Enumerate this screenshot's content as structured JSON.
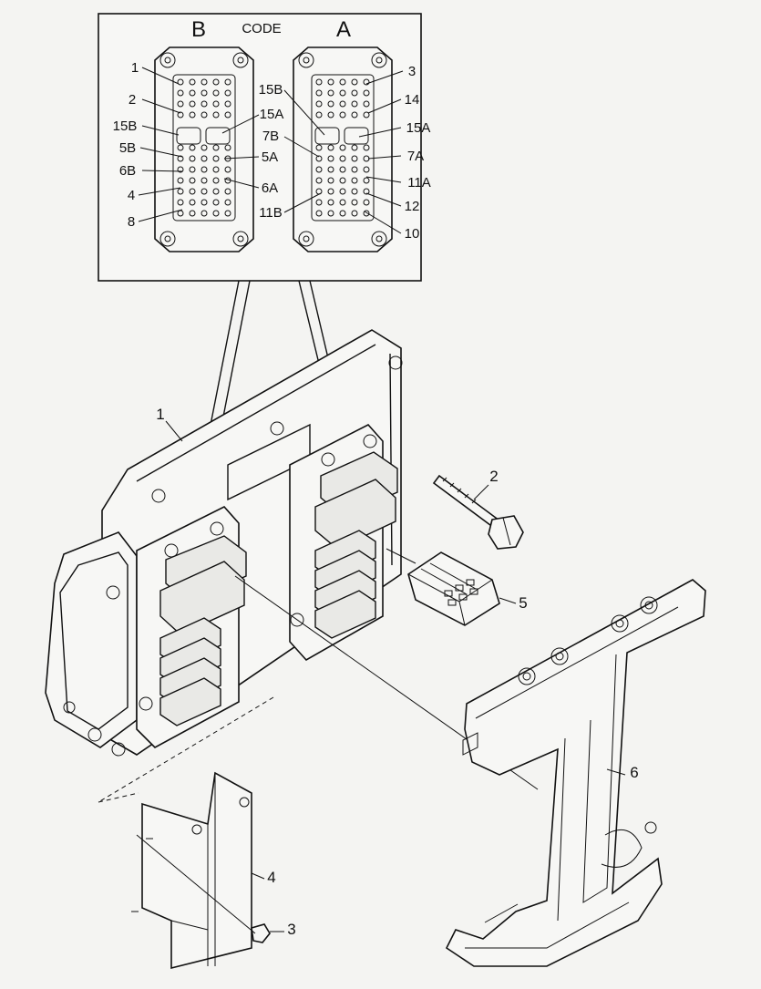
{
  "inset": {
    "left_connector": "B",
    "center_label": "CODE",
    "right_connector": "A",
    "left_pins": [
      "1",
      "2",
      "15B",
      "5B",
      "6B",
      "4",
      "8"
    ],
    "left_inner_pins": [
      "15A",
      "5A",
      "6A"
    ],
    "right_inner_pins": [
      "15B",
      "7B",
      "11B"
    ],
    "right_pins": [
      "3",
      "14",
      "15A",
      "7A",
      "11A",
      "12",
      "10"
    ]
  },
  "callouts": {
    "p1": "1",
    "p2": "2",
    "p3": "3",
    "p4": "4",
    "p5": "5",
    "p6": "6"
  }
}
